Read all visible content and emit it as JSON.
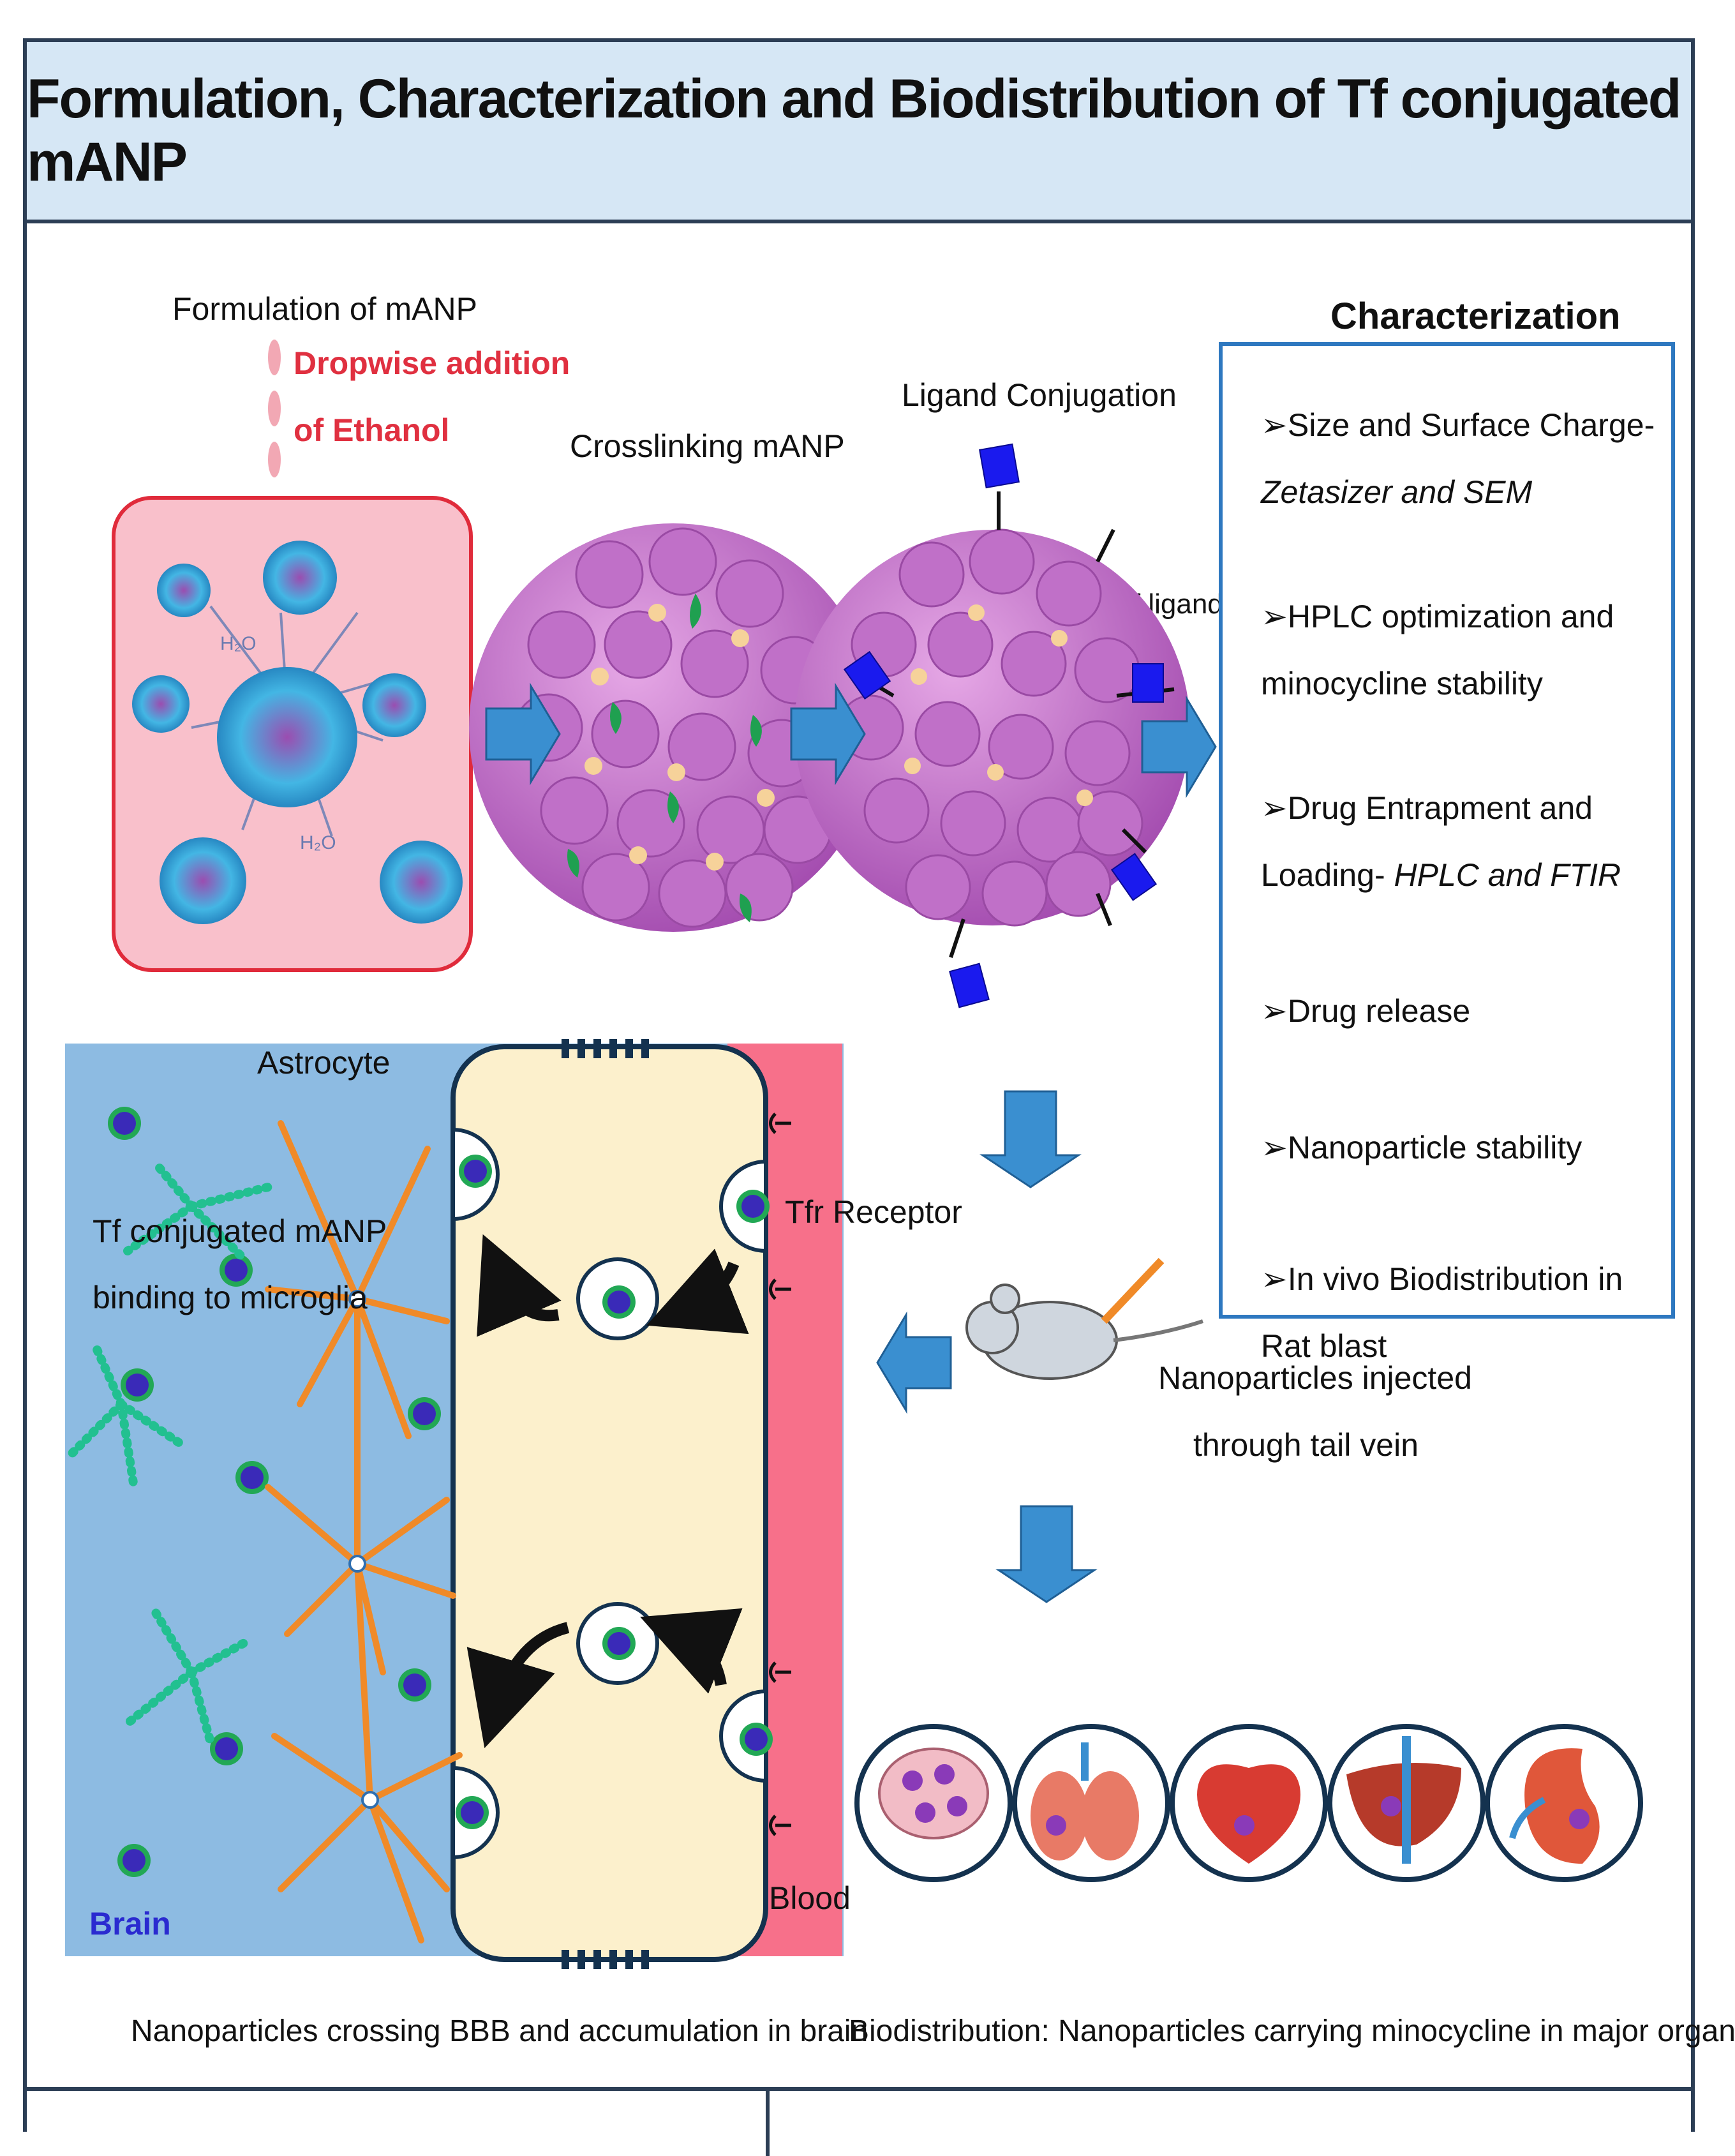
{
  "title": "Formulation, Characterization and Biodistribution of Tf conjugated mANP",
  "steps": {
    "formulation": "Formulation of mANP",
    "dropwise_line1": "Dropwise addition",
    "dropwise_line2": "of Ethanol",
    "water1": "H₂O",
    "water2": "H₂O",
    "crosslinking": "Crosslinking mANP",
    "ligand_conjugation": "Ligand Conjugation",
    "tf_ligand": "Tf ligand"
  },
  "characterization": {
    "heading": "Characterization",
    "items": [
      {
        "text": "Size and Surface Charge- ",
        "italic": "Zetasizer and SEM"
      },
      {
        "text": "HPLC optimization and minocycline stability",
        "italic": ""
      },
      {
        "text": "Drug Entrapment and Loading- ",
        "italic": "HPLC and FTIR"
      },
      {
        "text": "Drug release",
        "italic": ""
      },
      {
        "text": "Nanoparticle stability",
        "italic": ""
      },
      {
        "text": "In vivo Biodistribution in Rat blast",
        "italic": ""
      }
    ]
  },
  "bbb": {
    "astrocyte": "Astrocyte",
    "tf_binding_line1": "Tf conjugated mANP",
    "tf_binding_line2": "binding to microglia",
    "tfr_receptor": "Tfr Receptor",
    "brain": "Brain",
    "blood": "Blood",
    "caption": "Nanoparticles crossing BBB and accumulation in brain"
  },
  "injection": {
    "line1": "Nanoparticles injected",
    "line2": "through tail vein"
  },
  "biodistribution": {
    "caption": "Biodistribution: Nanoparticles carrying minocycline in major organs",
    "organs": [
      "brain",
      "lungs",
      "heart",
      "liver",
      "kidney"
    ]
  },
  "colors": {
    "title_bg": "#d6e7f5",
    "arrow_blue": "#3a8fd0",
    "formulation_bg": "#f9c0cb",
    "brain_bg": "#8dbbe2",
    "endothelium": "#fcf0cc",
    "blood": "#f7708a",
    "nanoparticle": "#b05db8",
    "ligand": "#1a1aee",
    "characterization_border": "#2e78c0"
  }
}
